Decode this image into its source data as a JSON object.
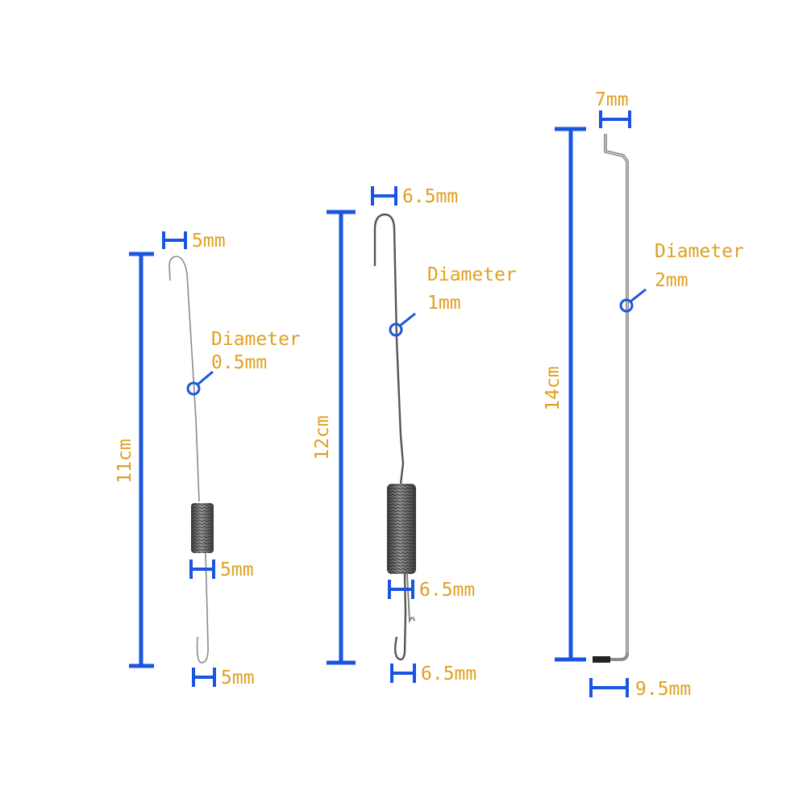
{
  "colors": {
    "dimension_line": "#1a55e0",
    "label_text": "#e0a020",
    "wire": "#6e6e6e",
    "spring_coil": "#4a4a4a"
  },
  "parts": [
    {
      "length_label": "11cm",
      "diameter_label": "Diameter",
      "diameter_value": "0.5mm",
      "top_hook_label": "5mm",
      "spring_width_label": "5mm",
      "bottom_hook_label": "5mm"
    },
    {
      "length_label": "12cm",
      "diameter_label": "Diameter",
      "diameter_value": "1mm",
      "top_hook_label": "6.5mm",
      "spring_width_label": "6.5mm",
      "bottom_hook_label": "6.5mm"
    },
    {
      "length_label": "14cm",
      "diameter_label": "Diameter",
      "diameter_value": "2mm",
      "top_hook_label": "7mm",
      "bottom_bend_label": "9.5mm"
    }
  ]
}
